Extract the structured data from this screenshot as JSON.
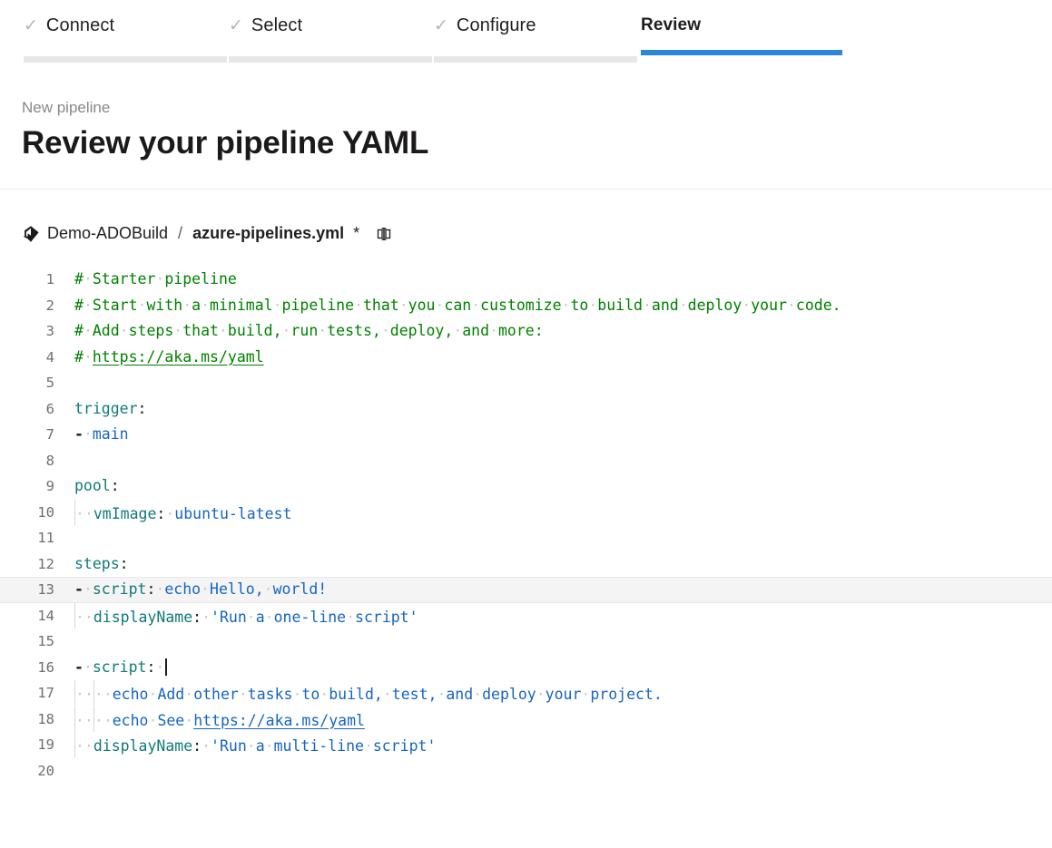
{
  "wizard": {
    "tabs": [
      {
        "label": "Connect",
        "state": "complete",
        "check": "✓"
      },
      {
        "label": "Select",
        "state": "complete",
        "check": "✓"
      },
      {
        "label": "Configure",
        "state": "complete",
        "check": "✓"
      },
      {
        "label": "Review",
        "state": "active",
        "check": ""
      }
    ],
    "active_color": "#2b88d8",
    "complete_rule_color": "#e7e7e7"
  },
  "header": {
    "eyebrow": "New pipeline",
    "title": "Review your pipeline YAML"
  },
  "file_bar": {
    "repo_icon": "azure-repos-icon",
    "repo_name": "Demo-ADOBuild",
    "separator": "/",
    "file_name": "azure-pipelines.yml",
    "dirty_marker": "*",
    "split_icon": "split-view-icon"
  },
  "editor": {
    "language": "yaml",
    "total_lines": 20,
    "highlighted_line": 13,
    "cursor_line": 16,
    "line_numbers": [
      "1",
      "2",
      "3",
      "4",
      "5",
      "6",
      "7",
      "8",
      "9",
      "10",
      "11",
      "12",
      "13",
      "14",
      "15",
      "16",
      "17",
      "18",
      "19",
      "20"
    ],
    "lines": [
      {
        "n": 1,
        "text": "# Starter pipeline"
      },
      {
        "n": 2,
        "text": "# Start with a minimal pipeline that you can customize to build and deploy your code."
      },
      {
        "n": 3,
        "text": "# Add steps that build, run tests, deploy, and more:"
      },
      {
        "n": 4,
        "text": "# https://aka.ms/yaml"
      },
      {
        "n": 5,
        "text": ""
      },
      {
        "n": 6,
        "text": "trigger:"
      },
      {
        "n": 7,
        "text": "- main"
      },
      {
        "n": 8,
        "text": ""
      },
      {
        "n": 9,
        "text": "pool:"
      },
      {
        "n": 10,
        "text": "  vmImage: ubuntu-latest"
      },
      {
        "n": 11,
        "text": ""
      },
      {
        "n": 12,
        "text": "steps:"
      },
      {
        "n": 13,
        "text": "- script: echo Hello, world!"
      },
      {
        "n": 14,
        "text": "  displayName: 'Run a one-line script'"
      },
      {
        "n": 15,
        "text": ""
      },
      {
        "n": 16,
        "text": "- script: |"
      },
      {
        "n": 17,
        "text": "    echo Add other tasks to build, test, and deploy your project."
      },
      {
        "n": 18,
        "text": "    echo See https://aka.ms/yaml"
      },
      {
        "n": 19,
        "text": "  displayName: 'Run a multi-line script'"
      },
      {
        "n": 20,
        "text": ""
      }
    ],
    "tokens": {
      "l1_comment": "# Starter pipeline",
      "l2_comment": "# Start with a minimal pipeline that you can customize to build and deploy your code.",
      "l3_comment": "# Add steps that build, run tests, deploy, and more:",
      "l4_hash": "# ",
      "l4_url": "https://aka.ms/yaml",
      "l6_key": "trigger",
      "l6_colon": ":",
      "l7_dash": "-",
      "l7_val": "main",
      "l9_key": "pool",
      "l9_colon": ":",
      "l10_key": "vmImage",
      "l10_colon": ":",
      "l10_val": "ubuntu-latest",
      "l12_key": "steps",
      "l12_colon": ":",
      "l13_dash": "-",
      "l13_key": "script",
      "l13_colon": ":",
      "l13_val": "echo Hello, world!",
      "l14_key": "displayName",
      "l14_colon": ":",
      "l14_val": "'Run a one-line script'",
      "l16_dash": "-",
      "l16_key": "script",
      "l16_colon": ":",
      "l16_pipe": "|",
      "l17_val": "echo Add other tasks to build, test, and deploy your project.",
      "l18_val_pre": "echo See ",
      "l18_url": "https://aka.ms/yaml",
      "l19_key": "displayName",
      "l19_colon": ":",
      "l19_val": "'Run a multi-line script'"
    },
    "colors": {
      "comment": "#008000",
      "key": "#0f7a78",
      "value": "#1565c0",
      "punctuation": "#1b1a19",
      "whitespace_dot": "#c9c9c9",
      "line_number": "#6e6e6e",
      "highlight_bg": "#f4f4f4"
    }
  }
}
